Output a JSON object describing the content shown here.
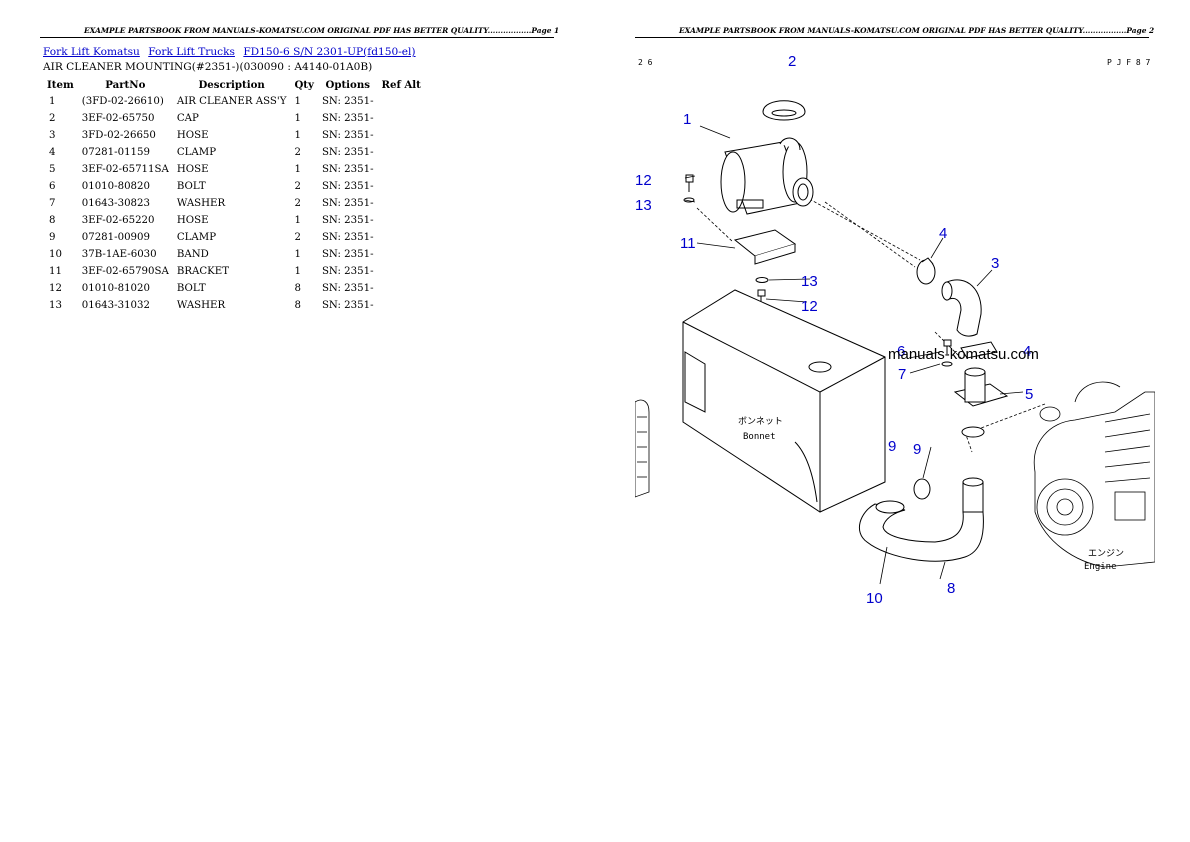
{
  "left_page": {
    "header": "EXAMPLE PARTSBOOK FROM MANUALS-KOMATSU.COM ORIGINAL PDF HAS BETTER QUALITY.................Page 1",
    "breadcrumb": [
      "Fork Lift Komatsu",
      "Fork Lift Trucks",
      "FD150-6 S/N 2301-UP(fd150-el)"
    ],
    "subtitle": "AIR CLEANER MOUNTING(#2351-)(030090 : A4140-01A0B)",
    "columns": [
      "Item",
      "PartNo",
      "Description",
      "Qty",
      "Options",
      "Ref Alt"
    ],
    "rows": [
      [
        "1",
        "(3FD-02-26610)",
        "AIR CLEANER ASS'Y",
        "1",
        "SN: 2351-",
        ""
      ],
      [
        "2",
        "3EF-02-65750",
        "CAP",
        "1",
        "SN: 2351-",
        ""
      ],
      [
        "3",
        "3FD-02-26650",
        "HOSE",
        "1",
        "SN: 2351-",
        ""
      ],
      [
        "4",
        "07281-01159",
        "CLAMP",
        "2",
        "SN: 2351-",
        ""
      ],
      [
        "5",
        "3EF-02-65711SA",
        "HOSE",
        "1",
        "SN: 2351-",
        ""
      ],
      [
        "6",
        "01010-80820",
        "BOLT",
        "2",
        "SN: 2351-",
        ""
      ],
      [
        "7",
        "01643-30823",
        "WASHER",
        "2",
        "SN: 2351-",
        ""
      ],
      [
        "8",
        "3EF-02-65220",
        "HOSE",
        "1",
        "SN: 2351-",
        ""
      ],
      [
        "9",
        "07281-00909",
        "CLAMP",
        "2",
        "SN: 2351-",
        ""
      ],
      [
        "10",
        "37B-1AE-6030",
        "BAND",
        "1",
        "SN: 2351-",
        ""
      ],
      [
        "11",
        "3EF-02-65790SA",
        "BRACKET",
        "1",
        "SN: 2351-",
        ""
      ],
      [
        "12",
        "01010-81020",
        "BOLT",
        "8",
        "SN: 2351-",
        ""
      ],
      [
        "13",
        "01643-31032",
        "WASHER",
        "8",
        "SN: 2351-",
        ""
      ]
    ]
  },
  "right_page": {
    "header": "EXAMPLE PARTSBOOK FROM MANUALS-KOMATSU.COM ORIGINAL PDF HAS BETTER QUALITY.................Page 2",
    "corner_left": "2 6",
    "corner_right": "P J F 8 7",
    "watermark": "manuals-komatsu.com",
    "bonnet_jp": "ボンネット",
    "bonnet_en": "Bonnet",
    "engine_jp": "エンジン",
    "engine_en": "Engine",
    "callouts": {
      "c1": "1",
      "c2": "2",
      "c3": "3",
      "c4": "4",
      "c4b": "4",
      "c5": "5",
      "c6": "6",
      "c7": "7",
      "c8": "8",
      "c9a": "9",
      "c9b": "9",
      "c10": "10",
      "c11": "11",
      "c12a": "12",
      "c12b": "12",
      "c13a": "13",
      "c13b": "13"
    },
    "callout_color": "#0000cc"
  }
}
